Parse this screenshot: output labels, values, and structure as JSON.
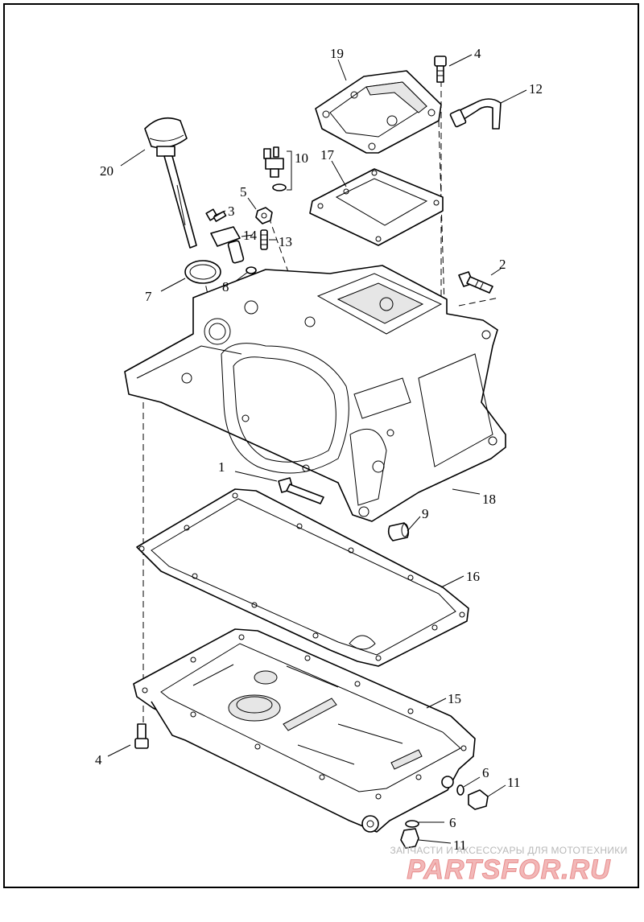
{
  "diagram": {
    "callouts": [
      {
        "id": "c1",
        "text": "1"
      },
      {
        "id": "c2",
        "text": "2"
      },
      {
        "id": "c3",
        "text": "3"
      },
      {
        "id": "c4a",
        "text": "4"
      },
      {
        "id": "c4b",
        "text": "4"
      },
      {
        "id": "c5",
        "text": "5"
      },
      {
        "id": "c6a",
        "text": "6"
      },
      {
        "id": "c6b",
        "text": "6"
      },
      {
        "id": "c7",
        "text": "7"
      },
      {
        "id": "c8",
        "text": "8"
      },
      {
        "id": "c9",
        "text": "9"
      },
      {
        "id": "c10",
        "text": "10"
      },
      {
        "id": "c11a",
        "text": "11"
      },
      {
        "id": "c11b",
        "text": "11"
      },
      {
        "id": "c12",
        "text": "12"
      },
      {
        "id": "c13",
        "text": "13"
      },
      {
        "id": "c14",
        "text": "14"
      },
      {
        "id": "c15",
        "text": "15"
      },
      {
        "id": "c16",
        "text": "16"
      },
      {
        "id": "c17",
        "text": "17"
      },
      {
        "id": "c18",
        "text": "18"
      },
      {
        "id": "c19",
        "text": "19"
      },
      {
        "id": "c20",
        "text": "20"
      }
    ]
  },
  "watermark": {
    "tagline": "ЗАПЧАСТИ И АКСЕССУАРЫ ДЛЯ МОТОТЕХНИКИ",
    "logo": "PARTSFOR.RU"
  }
}
